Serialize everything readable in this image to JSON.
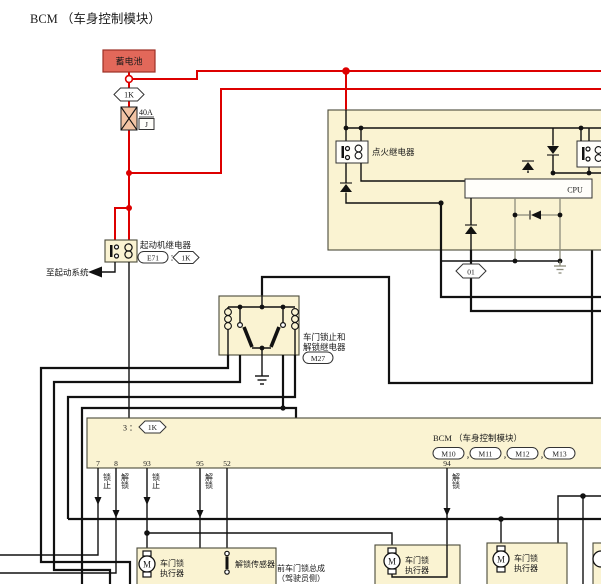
{
  "title": "BCM （车身控制模块）",
  "colors": {
    "wire_red": "#dd0000",
    "wire_black": "#111111",
    "module_box_fill": "#faf3d2",
    "battery_fill": "#e2685a",
    "fuse_fill": "#f2c4a4"
  },
  "battery": {
    "label": "蓄电池"
  },
  "fusible_link": {
    "rating": "40A",
    "code": "J"
  },
  "connectors": {
    "top": "1K",
    "starter": "1K",
    "bcm": "1K",
    "internal": "01"
  },
  "starter_relay": {
    "label": "起动机继电器",
    "code": "E71",
    "sep": "："
  },
  "to_starting_system": "至起动系统",
  "door_lock_relay": {
    "label1": "车门锁止和",
    "label2": "解锁继电器",
    "code": "M27"
  },
  "internal_box": {
    "ignition_relay": "点火继电器",
    "cpu": "CPU"
  },
  "bcm_box": {
    "pin3": "3 ：",
    "title": "BCM （车身控制模块）",
    "m10": "M10",
    "m11": "M11",
    "m12": "M12",
    "m13": "M13",
    "comma": "，",
    "pins": {
      "p7": "7",
      "p8": "8",
      "p93": "93",
      "p95": "95",
      "p52": "52",
      "p94": "94"
    }
  },
  "wire_labels": {
    "lock": "锁止",
    "unlock": "解锁"
  },
  "actuator": {
    "line1": "车门锁",
    "line2": "执行器",
    "motor": "M"
  },
  "unlock_sensor": "解锁传感器",
  "assembly": {
    "line1": "前车门锁总成",
    "line2": "（驾驶员侧）"
  }
}
